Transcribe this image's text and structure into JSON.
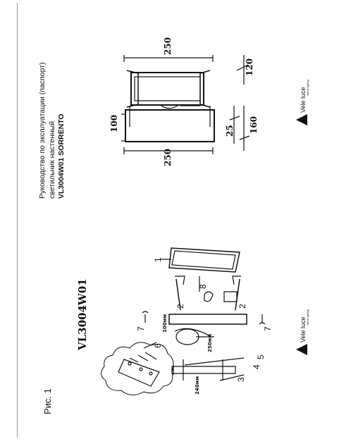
{
  "title": {
    "line1": "Руководство по эксплуатации (паспорт)",
    "line2": "светильник настенный",
    "line3": "VL3004W01 SORRENTO"
  },
  "figure_label": "Рис. 1",
  "model_label": "VL3004W01",
  "brand": {
    "name": "Vele luce",
    "tagline": "interior lighting"
  },
  "dimensions": {
    "top_width": "250",
    "top_depth": "120",
    "front_height": "100",
    "front_width": "250",
    "bracket_depth": "25",
    "total_depth": "160"
  },
  "assembly": {
    "part_numbers": [
      "1",
      "2",
      "2",
      "3",
      "4",
      "5",
      "6",
      "7",
      "7",
      "8"
    ],
    "dim_240": "240мм",
    "dim_250": "250мм",
    "dim_100": "100мм"
  }
}
